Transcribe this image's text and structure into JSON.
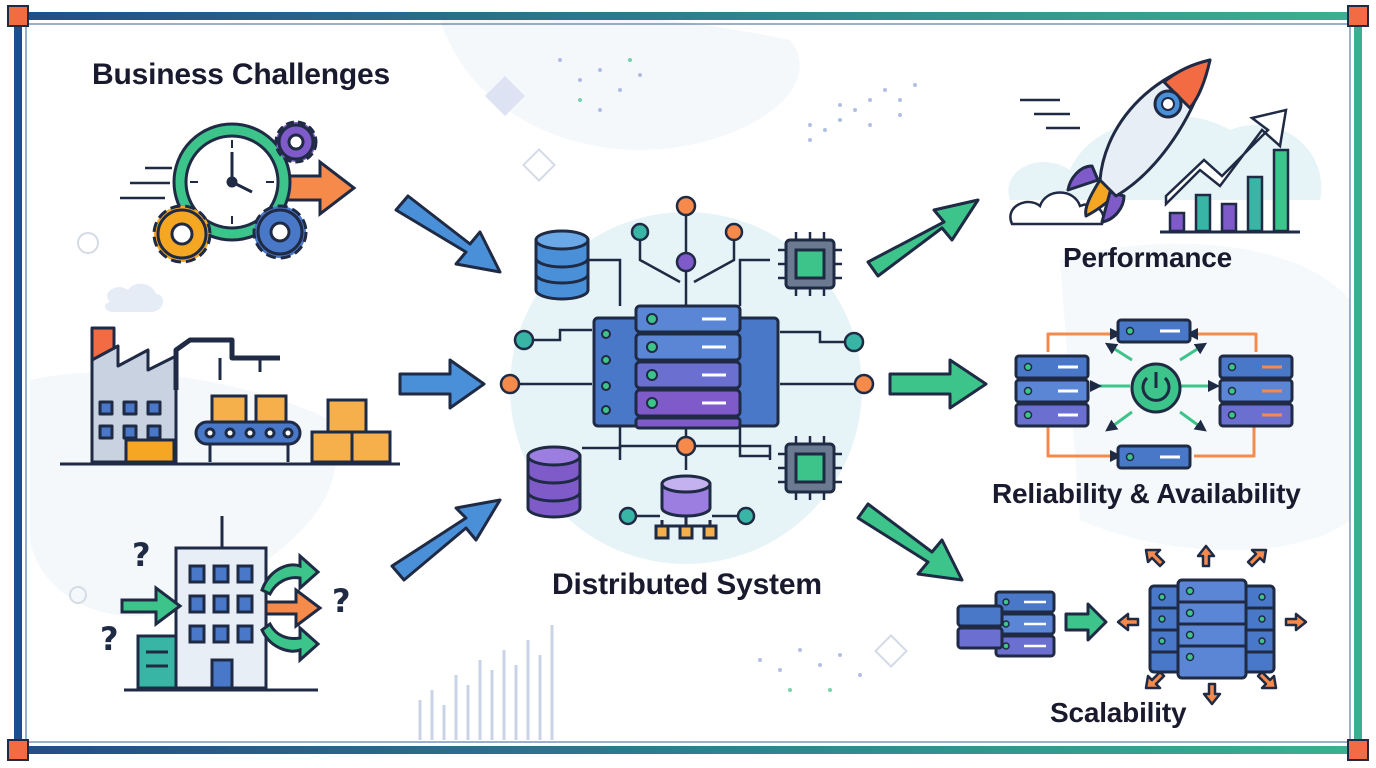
{
  "labels": {
    "business": "Business Challenges",
    "distributed": "Distributed System",
    "performance": "Performance",
    "reliability": "Reliability & Availability",
    "scalability": "Scalability"
  },
  "colors": {
    "frame_blue": "#1f4e8c",
    "frame_green": "#3bb08f",
    "corner_orange": "#f26b43",
    "arrow_blue": "#4a90d9",
    "arrow_green": "#3cc48a",
    "server_blue": "#4a78c8",
    "server_purple": "#7e5bc9",
    "accent_orange": "#f58a4b",
    "accent_teal": "#38b5a5",
    "chip_green": "#3cc48a",
    "outline": "#1f2a44"
  },
  "icons": [
    "clock-icon",
    "gear-icon",
    "factory-icon",
    "conveyor-icon",
    "boxes-icon",
    "office-building-icon",
    "question-mark-icon",
    "database-icon",
    "server-rack-icon",
    "chip-icon",
    "rocket-icon",
    "bar-chart-icon",
    "power-icon",
    "cloud-icon"
  ],
  "chart_data": {
    "type": "bar",
    "values": [
      1,
      2,
      1.5,
      3,
      4.5
    ],
    "ylim": [
      0,
      5
    ]
  }
}
